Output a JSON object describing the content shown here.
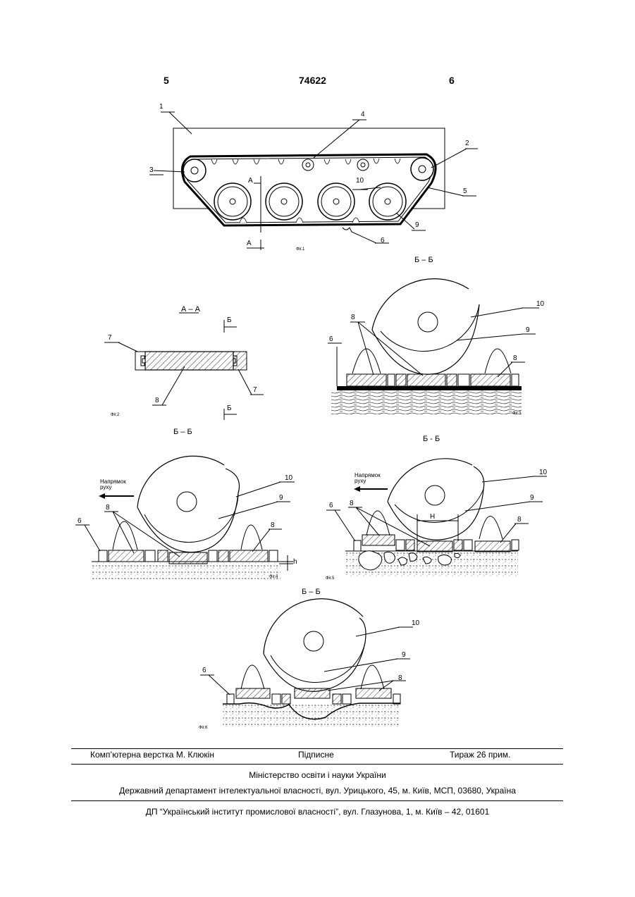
{
  "header": {
    "left": "5",
    "center": "74622",
    "right": "6"
  },
  "fig1": {
    "caption": "Фіг.1",
    "section_label": "Б – Б",
    "cut": "А",
    "labels": [
      "1",
      "2",
      "3",
      "4",
      "5",
      "6",
      "9",
      "10"
    ]
  },
  "fig2": {
    "title": "А – А",
    "caption": "Фіг.2",
    "cut": "Б",
    "labels": [
      "7",
      "8",
      "7"
    ]
  },
  "fig3": {
    "caption": "Фіг.3",
    "labels": [
      "6",
      "8",
      "9",
      "10",
      "8"
    ]
  },
  "between": {
    "fig2_below": "Б – Б",
    "fig3_below": "Б - Б",
    "fig4_below": "Б – Б"
  },
  "fig4": {
    "caption": "Фіг.4",
    "direction": "Напрямок руху",
    "labels": [
      "6",
      "8",
      "9",
      "10",
      "8"
    ],
    "dim": "h"
  },
  "fig5": {
    "caption": "Фіг.5",
    "direction": "Напрямок руху",
    "labels": [
      "6",
      "8",
      "9",
      "10",
      "8"
    ],
    "dim": "H"
  },
  "fig6": {
    "caption": "Фіг.6",
    "labels": [
      "6",
      "8",
      "9",
      "10"
    ]
  },
  "footer": {
    "left": "Комп’ютерна верстка М. Клюкін",
    "middle": "Підписне",
    "right": "Тираж 26 прим.",
    "line2": "Міністерство освіти і науки України",
    "line3": "Державний департамент інтелектуальної власності, вул. Урицького, 45, м. Київ, МСП, 03680, Україна",
    "line4": "ДП “Український інститут промислової власності”, вул. Глазунова, 1, м. Київ – 42, 01601"
  }
}
